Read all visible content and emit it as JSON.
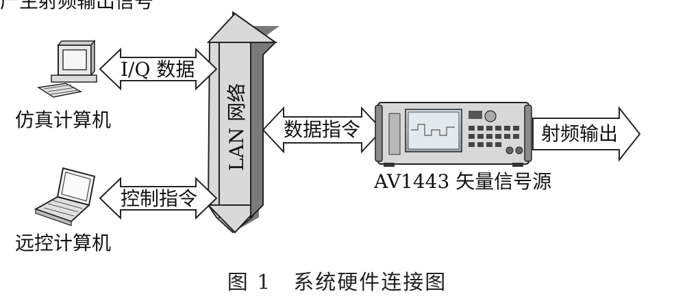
{
  "top_fragment": "产生射频输出信号",
  "nodes": {
    "sim_computer": "仿真计算机",
    "remote_computer": "远控计算机",
    "signal_source": "AV1443 矢量信号源"
  },
  "arrows": {
    "iq_data": "I/Q 数据",
    "control_cmd": "控制指令",
    "data_cmd": "数据指令",
    "rf_output": "射频输出"
  },
  "lan": {
    "label": "LAN 网络"
  },
  "caption": "图 1　系统硬件连接图"
}
